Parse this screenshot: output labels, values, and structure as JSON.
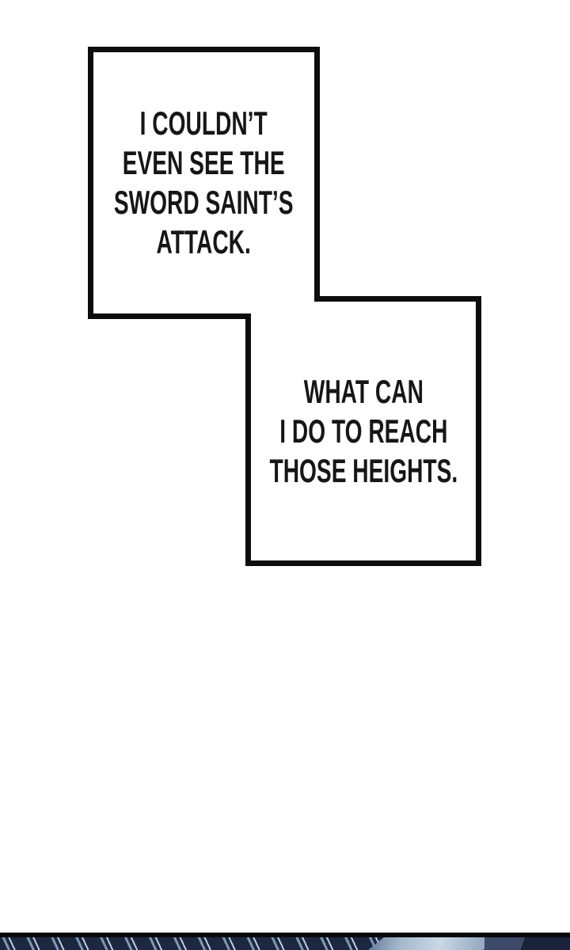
{
  "comic": {
    "narration_box_1": {
      "lines": [
        "I COULDN’T",
        "EVEN SEE THE",
        "SWORD SAINT’S",
        "ATTACK."
      ]
    },
    "narration_box_2": {
      "lines": [
        "WHAT CAN",
        "I DO TO REACH",
        "THOSE HEIGHTS."
      ]
    }
  },
  "colors": {
    "page_background": "#ffffff",
    "panel_border": "#0d0d0d",
    "text": "#161616",
    "divider": "#0a0a0f",
    "next_panel_base": "#1d2840",
    "next_panel_streaks": "#7e96b7",
    "next_panel_streak_highlight": "#bccdde",
    "next_panel_blade_highlight": "#c9d7e4",
    "next_panel_right_shade": "#1a2339"
  }
}
